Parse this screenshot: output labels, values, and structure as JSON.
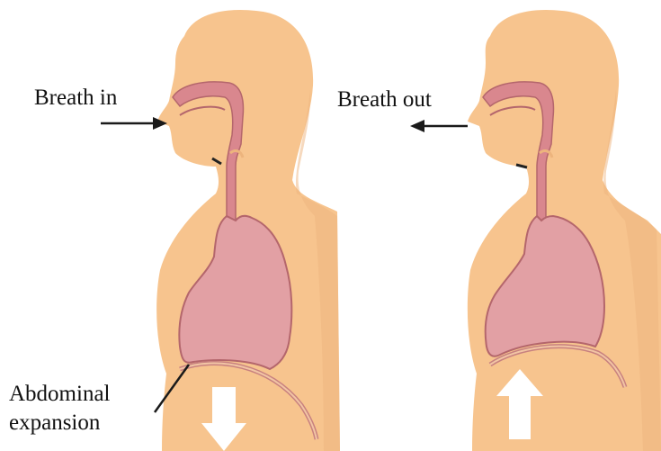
{
  "labels": {
    "breath_in": "Breath in",
    "breath_out": "Breath out",
    "abdominal_line1": "Abdominal",
    "abdominal_line2": "expansion"
  },
  "colors": {
    "skin": "#F7C48E",
    "skin_shadow": "#EDB47D",
    "lung_fill": "#E2A0A4",
    "lung_outline": "#B4666C",
    "airway_fill": "#D9878E",
    "arrow_black": "#1A1A1A",
    "arrow_white": "#FFFFFF"
  },
  "figures": [
    {
      "state": "inhale",
      "abdomen_arrow": "down"
    },
    {
      "state": "exhale",
      "abdomen_arrow": "up"
    }
  ]
}
